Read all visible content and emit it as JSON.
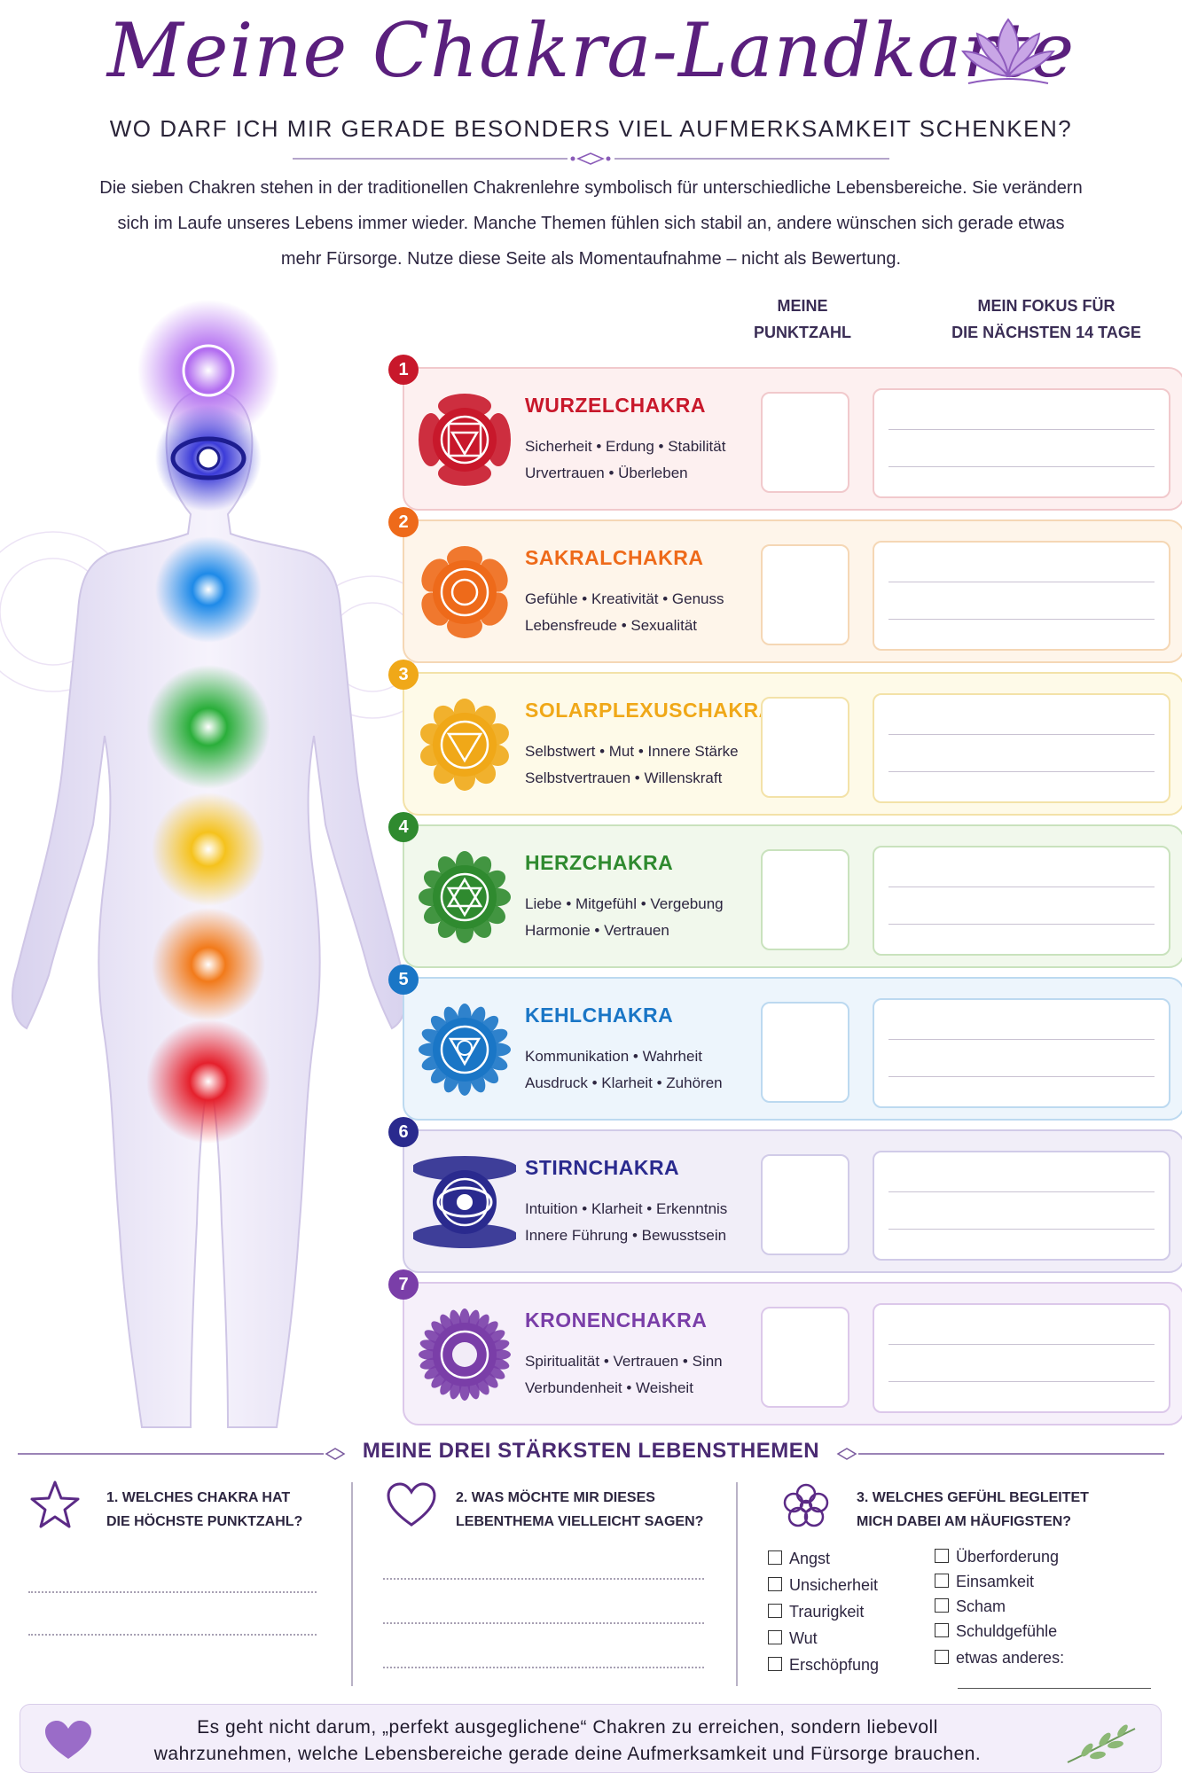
{
  "header": {
    "title": "Meine Chakra-Landkarte",
    "subtitle": "WO DARF ICH MIR GERADE BESONDERS VIEL AUFMERKSAMKEIT SCHENKEN?",
    "intro_1": "Die sieben Chakren stehen in der traditionellen Chakrenlehre symbolisch für unterschiedliche Lebensbereiche. Sie verändern",
    "intro_2": "sich im Laufe unseres Lebens immer wieder. Manche Themen fühlen sich stabil an, andere wünschen sich gerade etwas",
    "intro_3": "mehr Fürsorge. Nutze diese Seite als Momentaufnahme – nicht als Bewertung."
  },
  "columns": {
    "score_1": "MEINE",
    "score_2": "PUNKTZAHL",
    "focus_1": "MEIN FOKUS FÜR",
    "focus_2": "DIE NÄCHSTEN 14 TAGE"
  },
  "chakras": [
    {
      "num": "1",
      "name": "WURZELCHAKRA",
      "line1": "Sicherheit • Erdung • Stabilität",
      "line2": "Urvertrauen • Überleben",
      "color": "#c8182b",
      "bg": "#fdf0f0",
      "border": "#f1c9cc"
    },
    {
      "num": "2",
      "name": "SAKRALCHAKRA",
      "line1": "Gefühle • Kreativität • Genuss",
      "line2": "Lebensfreude • Sexualität",
      "color": "#ee6a1a",
      "bg": "#fef5ea",
      "border": "#f5d7b5"
    },
    {
      "num": "3",
      "name": "SOLARPLEXUSCHAKRA",
      "line1": "Selbstwert • Mut • Innere Stärke",
      "line2": "Selbstvertrauen • Willenskraft",
      "color": "#f0a818",
      "bg": "#fefae8",
      "border": "#f3e2a8"
    },
    {
      "num": "4",
      "name": "HERZCHAKRA",
      "line1": "Liebe • Mitgefühl • Vergebung",
      "line2": "Harmonie • Vertrauen",
      "color": "#2f8a2f",
      "bg": "#f1f8ec",
      "border": "#c9e2bd"
    },
    {
      "num": "5",
      "name": "KEHLCHAKRA",
      "line1": "Kommunikation • Wahrheit",
      "line2": "Ausdruck • Klarheit • Zuhören",
      "color": "#1a76c6",
      "bg": "#edf5fc",
      "border": "#bcd9f0"
    },
    {
      "num": "6",
      "name": "STIRNCHAKRA",
      "line1": "Intuition • Klarheit • Erkenntnis",
      "line2": "Innere Führung • Bewusstsein",
      "color": "#2a2a8e",
      "bg": "#f1eef8",
      "border": "#d1cbe8"
    },
    {
      "num": "7",
      "name": "KRONENCHAKRA",
      "line1": "Spiritualität • Vertrauen • Sinn",
      "line2": "Verbundenheit • Weisheit",
      "color": "#7a3ea8",
      "bg": "#f6f0fa",
      "border": "#dcc8ea"
    }
  ],
  "bottom": {
    "title": "MEINE DREI STÄRKSTEN LEBENSTHEMEN",
    "q1_a": "1.  WELCHES CHAKRA HAT",
    "q1_b": "DIE HÖCHSTE PUNKTZAHL?",
    "q2_a": "2.  WAS MÖCHTE MIR DIESES",
    "q2_b": "LEBENTHEMA VIELLEICHT SAGEN?",
    "q3_a": "3.  WELCHES GEFÜHL BEGLEITET",
    "q3_b": "MICH DABEI AM HÄUFIGSTEN?",
    "feelings_left": [
      "Angst",
      "Unsicherheit",
      "Traurigkeit",
      "Wut",
      "Erschöpfung"
    ],
    "feelings_right": [
      "Überforderung",
      "Einsamkeit",
      "Scham",
      "Schuldgefühle",
      "etwas anderes:"
    ]
  },
  "footer": {
    "line1": "Es geht nicht darum, „perfekt ausgeglichene“ Chakren zu erreichen, sondern liebevoll",
    "line2": "wahrzunehmen, welche Lebensbereiche gerade deine Aufmerksamkeit und Fürsorge brauchen."
  },
  "icons": [
    "lotus-icon",
    "star-icon",
    "heart-icon",
    "flower-icon",
    "heart-icon",
    "leaf-sprig-icon"
  ]
}
